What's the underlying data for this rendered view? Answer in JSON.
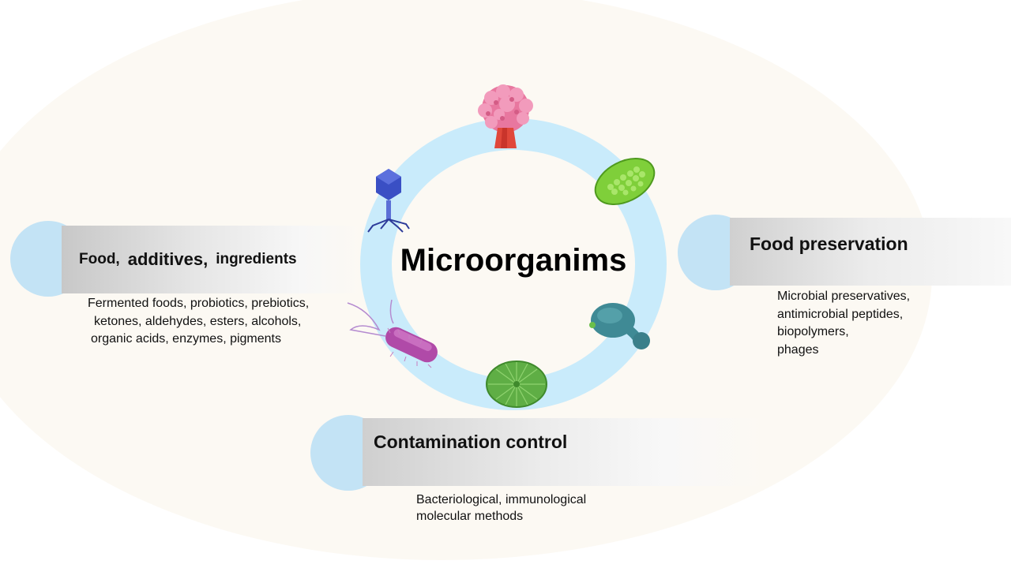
{
  "title": "Microorganims",
  "nodes": {
    "food": {
      "heading_parts": [
        "Food,",
        "additives,",
        "ingredients"
      ],
      "lines": [
        "Fermented foods, probiotics, prebiotics,",
        "ketones,  aldehydes, esters, alcohols,",
        "organic acids,   enzymes, pigments"
      ]
    },
    "preservation": {
      "heading": "Food preservation",
      "lines": [
        "Microbial preservatives,",
        "antimicrobial peptides,",
        "biopolymers,",
        "phages"
      ]
    },
    "contamination": {
      "heading": "Contamination control",
      "lines": [
        "Bacteriological,  immunological",
        "molecular methods"
      ]
    }
  },
  "colors": {
    "ring": "#c9ebfb",
    "tab_circle": "#c3e3f5",
    "background_ellipse": "#fcf9f3"
  },
  "organisms": [
    "mold-icon",
    "algae-cell-icon",
    "yeast-icon",
    "diatom-icon",
    "bacterium-icon",
    "bacteriophage-icon"
  ]
}
